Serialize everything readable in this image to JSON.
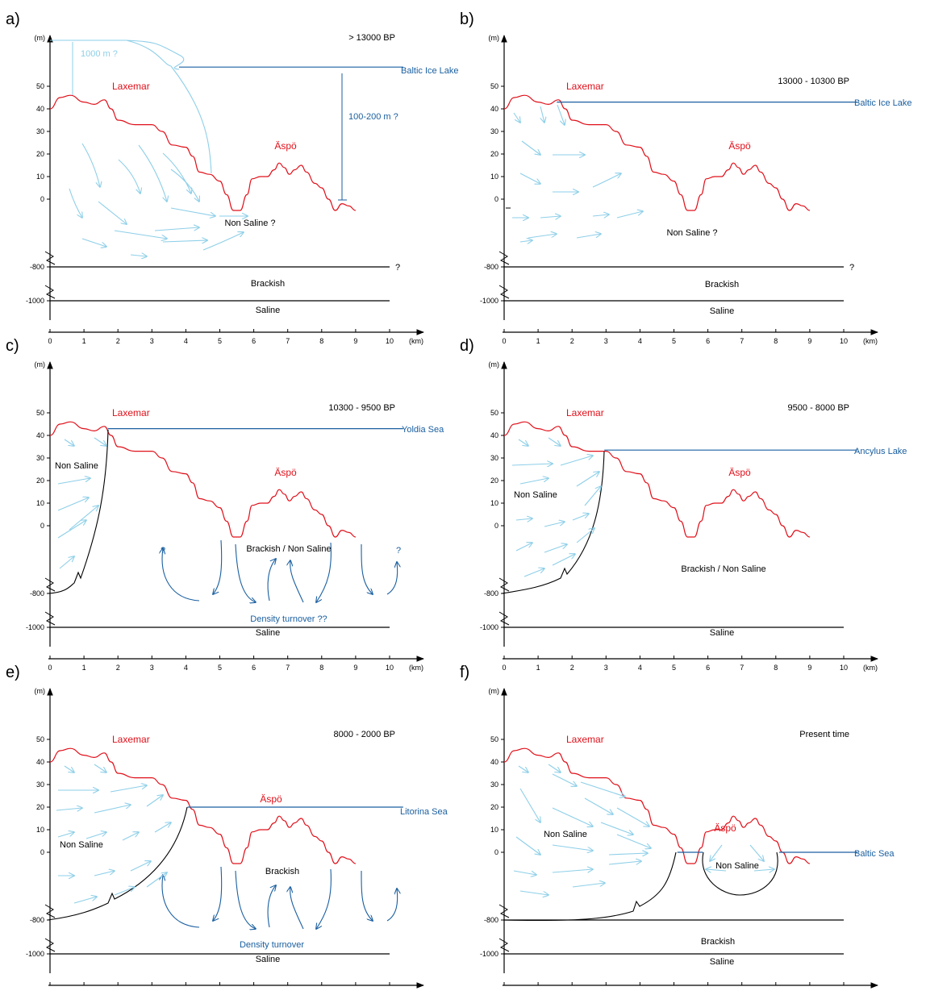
{
  "axis": {
    "y_unit": "(m)",
    "x_unit": "(km)",
    "y_ticks": [
      "50",
      "40",
      "30",
      "20",
      "10",
      "0",
      "-800",
      "-1000"
    ],
    "x_ticks": [
      "0",
      "1",
      "2",
      "3",
      "4",
      "5",
      "6",
      "7",
      "8",
      "9",
      "10"
    ]
  },
  "labels": {
    "laxemar": "Laxemar",
    "aspo": "Äspö",
    "non_saline": "Non Saline",
    "non_saline_q": "Non Saline ?",
    "brackish": "Brackish",
    "saline": "Saline",
    "brackish_non_saline": "Brackish / Non Saline",
    "question": "?"
  },
  "colors": {
    "terrain": "#e0101a",
    "water": "#1a5fa0",
    "ice": "#8ecfe8",
    "flow_light": "#8ecfe8",
    "flow_dark": "#1a5fa0"
  },
  "panels": [
    {
      "id": "a",
      "letter": "a)",
      "period": "> 13000 BP",
      "water_body": "Baltic Ice Lake",
      "ice_label_1": "1000 m ?",
      "ice_label_2": "100-200 m ?"
    },
    {
      "id": "b",
      "letter": "b)",
      "period": "13000 - 10300 BP",
      "water_body": "Baltic Ice Lake"
    },
    {
      "id": "c",
      "letter": "c)",
      "period": "10300 - 9500 BP",
      "water_body": "Yoldia Sea",
      "turnover": "Density turnover ??"
    },
    {
      "id": "d",
      "letter": "d)",
      "period": "9500 - 8000 BP",
      "water_body": "Ancylus Lake"
    },
    {
      "id": "e",
      "letter": "e)",
      "period": "8000 - 2000 BP",
      "water_body": "Litorina Sea",
      "turnover": "Density turnover"
    },
    {
      "id": "f",
      "letter": "f)",
      "period": "Present time",
      "water_body": "Baltic Sea"
    }
  ]
}
